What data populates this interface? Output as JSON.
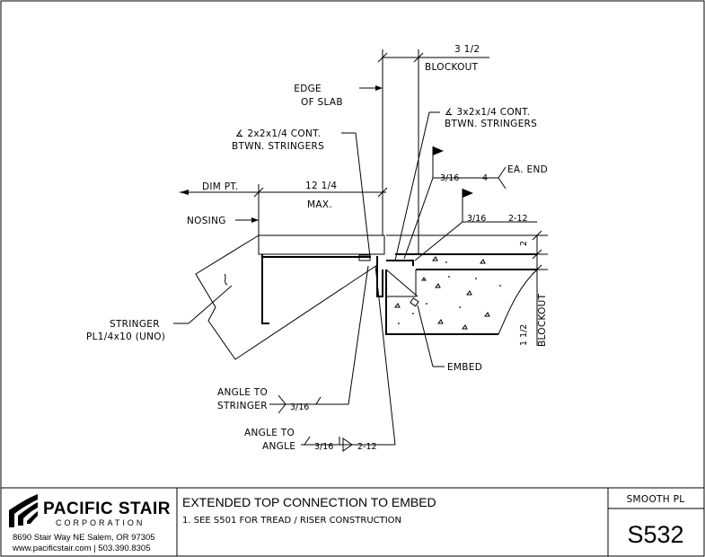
{
  "drawing": {
    "labels": {
      "dim_3_5": "3 1/2",
      "blockout_top": "BLOCKOUT",
      "edge_of_slab_1": "EDGE",
      "edge_of_slab_2": "OF SLAB",
      "angle_3x2_1": "3x2x1/4 CONT.",
      "angle_3x2_2": "BTWN. STRINGERS",
      "angle_2x2_1": "2x2x1/4 CONT.",
      "angle_2x2_2": "BTWN. STRINGERS",
      "weld_3_16": "3/16",
      "weld_4": "4",
      "ea_end": "EA. END",
      "dim_pt": "DIM PT.",
      "dim_12_25": "12 1/4",
      "max": "MAX.",
      "weld_3_16_b": "3/16",
      "weld_2_12": "2-12",
      "nosing": "NOSING",
      "dim_2": "2",
      "stringer_1": "STRINGER",
      "stringer_2": "PL1/4x10 (UNO)",
      "dim_1_5": "1 1/2",
      "blockout_side": "BLOCKOUT",
      "embed": "EMBED",
      "angle_to_stringer_1": "ANGLE TO",
      "angle_to_stringer_2": "STRINGER",
      "weld_3_16_c": "3/16",
      "angle_to_angle_1": "ANGLE TO",
      "angle_to_angle_2": "ANGLE",
      "weld_3_16_d": "3/16",
      "weld_2_12_b": "2-12"
    }
  },
  "title_block": {
    "company_name": "PACIFIC STAIR",
    "company_sub": "CORPORATION",
    "address": "8690 Stair Way NE Salem, OR 97305",
    "contact": "www.pacificstair.com  |  503.390.8305",
    "title": "EXTENDED TOP CONNECTION TO EMBED",
    "note": "1.  SEE S501 FOR TREAD / RISER CONSTRUCTION",
    "spec": "SMOOTH PL",
    "sheet_id": "S532"
  }
}
